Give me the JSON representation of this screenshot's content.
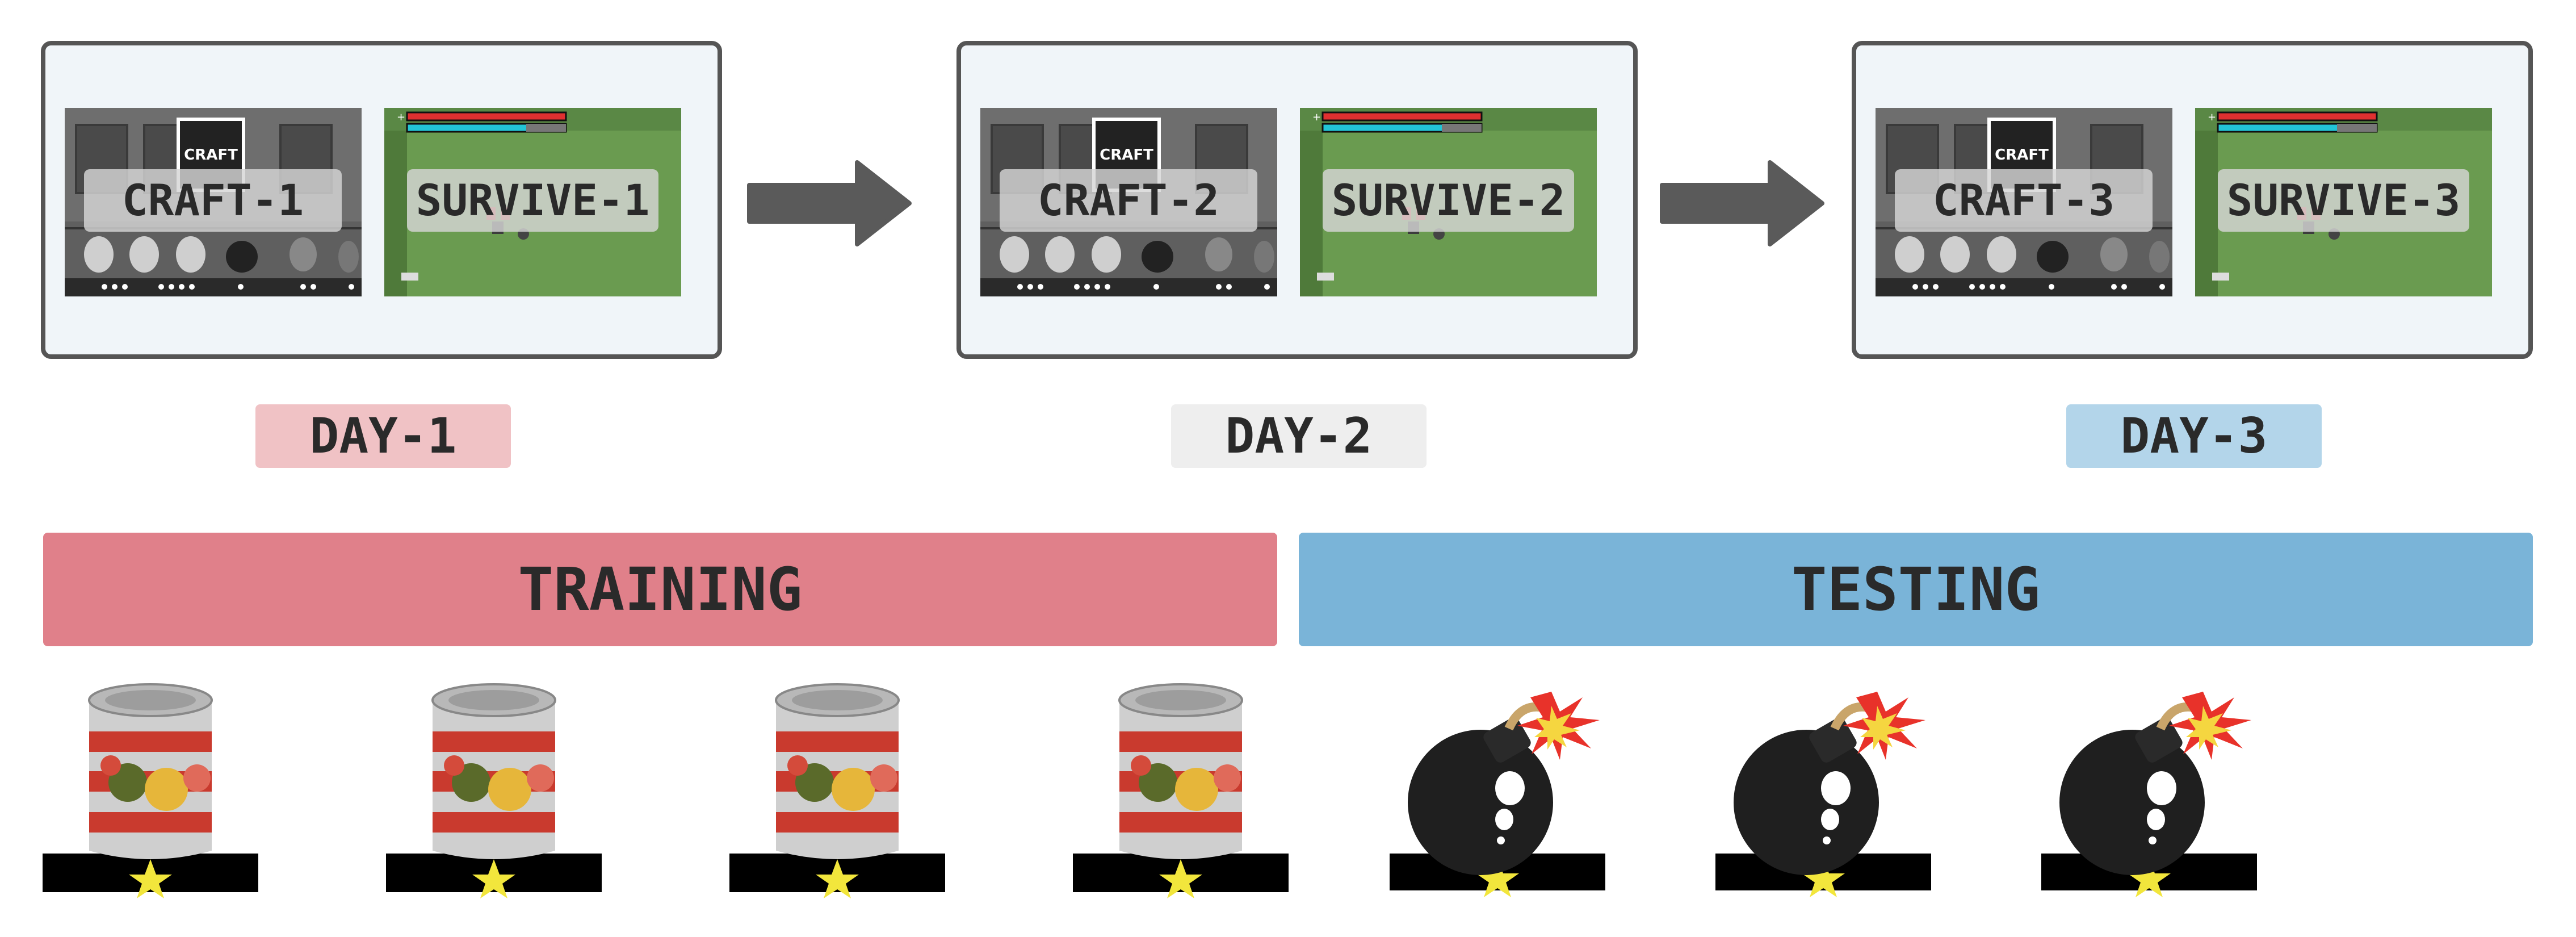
{
  "days": [
    {
      "craft_label": "CRAFT-1",
      "survive_label": "SURVIVE-1",
      "day_label": "DAY-1",
      "day_color": "#f0c2c5"
    },
    {
      "craft_label": "CRAFT-2",
      "survive_label": "SURVIVE-2",
      "day_label": "DAY-2",
      "day_color": "#eeeeee"
    },
    {
      "craft_label": "CRAFT-3",
      "survive_label": "SURVIVE-3",
      "day_label": "DAY-3",
      "day_color": "#b3d5ea"
    }
  ],
  "craft_screen_text": "CRAFT",
  "phases": {
    "training": {
      "label": "TRAINING",
      "color": "#e0808a"
    },
    "testing": {
      "label": "TESTING",
      "color": "#7ab4d8"
    }
  },
  "items": {
    "training": [
      "canned-food-icon",
      "canned-food-icon",
      "canned-food-icon",
      "canned-food-icon"
    ],
    "testing": [
      "bomb-icon",
      "bomb-icon",
      "bomb-icon"
    ]
  },
  "colors": {
    "panel_border": "#555555",
    "panel_fill": "#f0f5f9",
    "arrow": "#5a5a5a",
    "star": "#f2e63c"
  }
}
